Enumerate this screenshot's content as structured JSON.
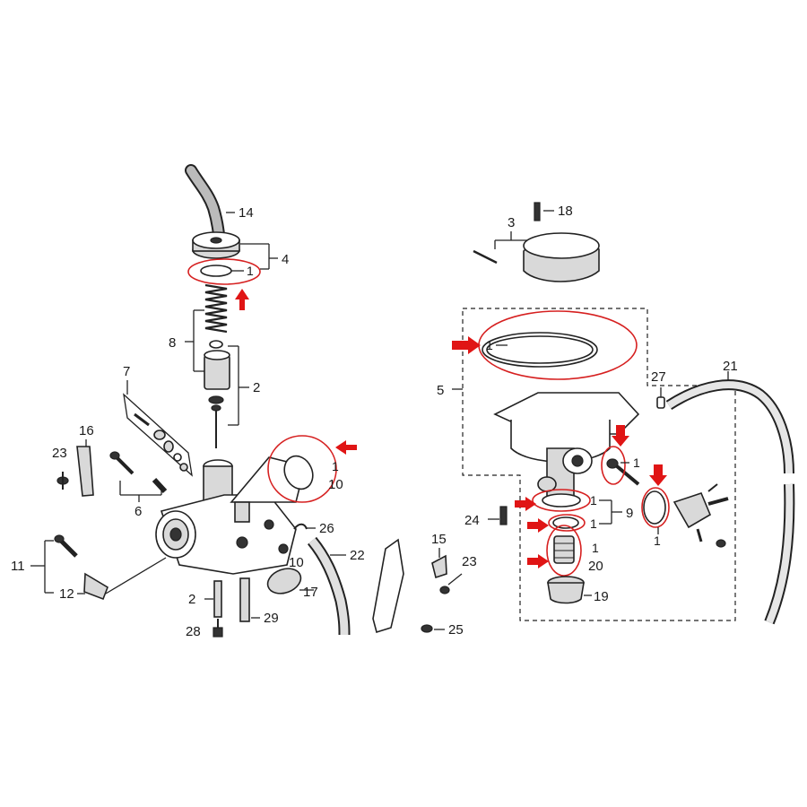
{
  "labels": {
    "l1": "1",
    "l2": "2",
    "l3": "3",
    "l4": "4",
    "l5": "5",
    "l6": "6",
    "l7": "7",
    "l8": "8",
    "l9": "9",
    "l10": "10",
    "l11": "11",
    "l12": "12",
    "l14": "14",
    "l15": "15",
    "l16": "16",
    "l17": "17",
    "l18": "18",
    "l19": "19",
    "l20": "20",
    "l21": "21",
    "l22": "22",
    "l23": "23",
    "l24": "24",
    "l25": "25",
    "l26": "26",
    "l27": "27",
    "l28": "28",
    "l29": "29"
  },
  "colors": {
    "highlight": "#d62020",
    "arrow": "#e01515",
    "line": "#222222"
  }
}
